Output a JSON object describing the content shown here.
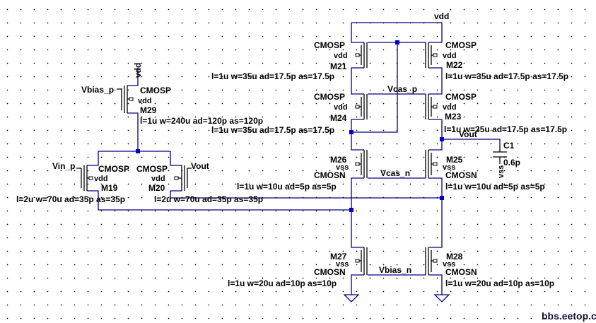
{
  "schematic": {
    "watermark": "bbs.eetop.cn",
    "wire_color": "#000080",
    "junction_color": "#0000cc",
    "nets": {
      "vdd_top": "vdd",
      "vcas_p": "Vcas_p",
      "vcas_n": "Vcas_n",
      "vbias_n": "Vbias_n",
      "vbias_p": "Vbias_p",
      "vin_p": "Vin_p",
      "vout_in": "Vout",
      "vout_node": "Vout",
      "m29_source": "vdd"
    },
    "capacitor": {
      "name": "C1",
      "value": "0.6p",
      "ground": "vss"
    },
    "transistors": [
      {
        "id": "M21",
        "model": "CMOSP",
        "bulk": "vdd",
        "params": "l=1u w=35u ad=17.5p as=17.5p"
      },
      {
        "id": "M22",
        "model": "CMOSP",
        "bulk": "vdd",
        "params": "l=1u w=35u ad=17.5p as=17.5p"
      },
      {
        "id": "M24",
        "model": "CMOSP",
        "bulk": "vdd",
        "params": "l=1u w=35u ad=17.5p as=17.5p"
      },
      {
        "id": "M23",
        "model": "CMOSP",
        "bulk": "vdd",
        "params": "l=1u w=35u ad=17.5p as=17.5p"
      },
      {
        "id": "M26",
        "model": "CMOSN",
        "bulk": "vss",
        "params": "l=1u w=10u ad=5p as=5p"
      },
      {
        "id": "M25",
        "model": "CMOSN",
        "bulk": "vss",
        "params": "l=1u w=10u ad=5p as=5p"
      },
      {
        "id": "M27",
        "model": "CMOSN",
        "bulk": "vss",
        "params": "l=1u w=20u ad=10p as=10p"
      },
      {
        "id": "M28",
        "model": "CMOSN",
        "bulk": "vss",
        "params": "l=1u w=20u ad=10p as=10p"
      },
      {
        "id": "M29",
        "model": "CMOSP",
        "bulk": "vdd",
        "params": "l=1u w=240u ad=120p as=120p"
      },
      {
        "id": "M19",
        "model": "CMOSP",
        "bulk": "vdd",
        "params": "l=2u w=70u ad=35p as=35p"
      },
      {
        "id": "M20",
        "model": "CMOSP",
        "bulk": "vdd",
        "params": "l=2u w=70u ad=35p as=35p"
      }
    ]
  }
}
